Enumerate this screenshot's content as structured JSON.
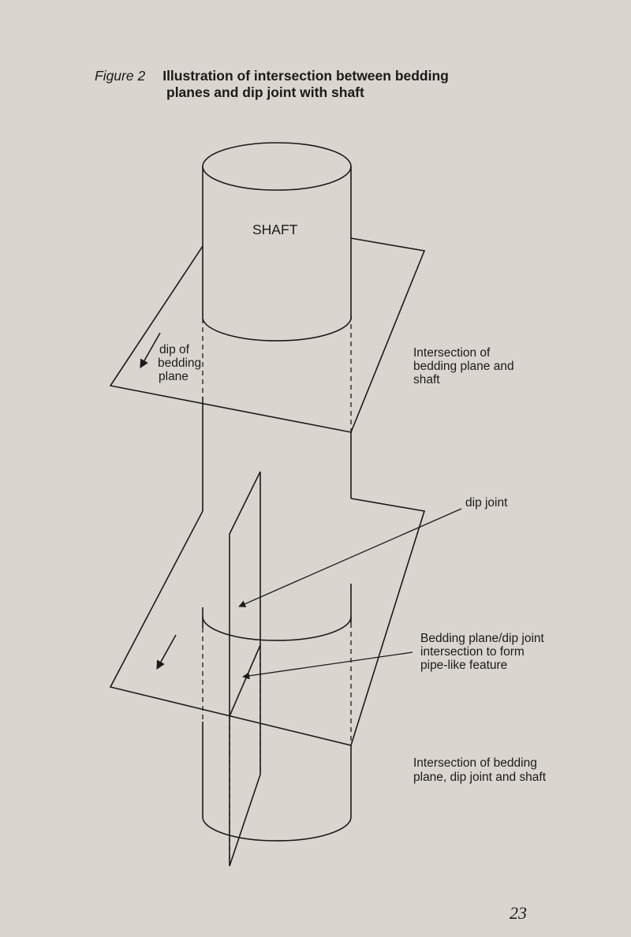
{
  "caption": {
    "figure_label": "Figure 2",
    "title_line1": "Illustration of intersection between bedding",
    "title_line2": "planes and dip joint with shaft"
  },
  "labels": {
    "shaft": "SHAFT",
    "dip_of_bedding_1": "dip of",
    "dip_of_bedding_2": "bedding",
    "dip_of_bedding_3": "plane",
    "intersection_bedding_shaft_1": "Intersection of",
    "intersection_bedding_shaft_2": "bedding plane and",
    "intersection_bedding_shaft_3": "shaft",
    "dip_joint": "dip joint",
    "pipe_feature_1": "Bedding plane/dip joint",
    "pipe_feature_2": "intersection to form",
    "pipe_feature_3": "pipe-like feature",
    "triple_intersection_1": "Intersection of bedding",
    "triple_intersection_2": "plane, dip joint and shaft"
  },
  "page_number": "23"
}
